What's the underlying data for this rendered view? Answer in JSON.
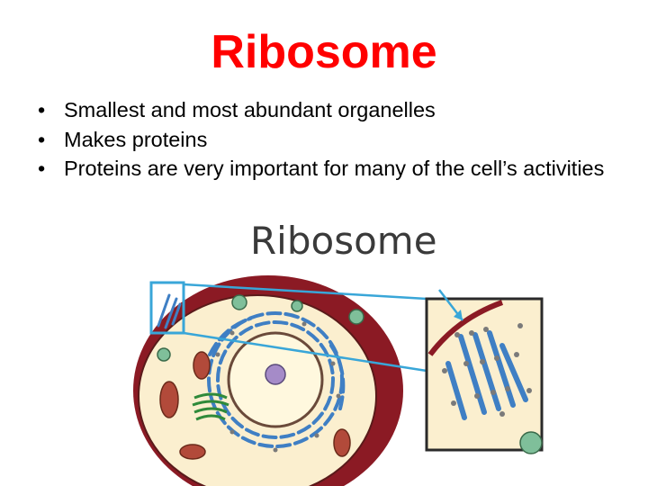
{
  "slide": {
    "title": "Ribosome",
    "bullet_glyph": "•",
    "bullets": [
      "Smallest and most abundant organelles",
      "Makes proteins",
      "Proteins are very important for many of the cell’s activities"
    ]
  },
  "figure": {
    "label": "Ribosome",
    "colors": {
      "membrane": "#8b1a24",
      "cytoplasm": "#fbefcf",
      "nucleus": "#fff8de",
      "nucleolus": "#a58bc8",
      "er": "#3f7fc4",
      "ribosome": "#7a7a7a",
      "mitochondria": "#b24a3a",
      "golgi": "#2f8a3a",
      "vesicle": "#7fbf9a",
      "highlight": "#39a6d8"
    },
    "icons": [
      "cell-icon",
      "zoom-inset-icon",
      "pointer-arrow-icon"
    ]
  }
}
